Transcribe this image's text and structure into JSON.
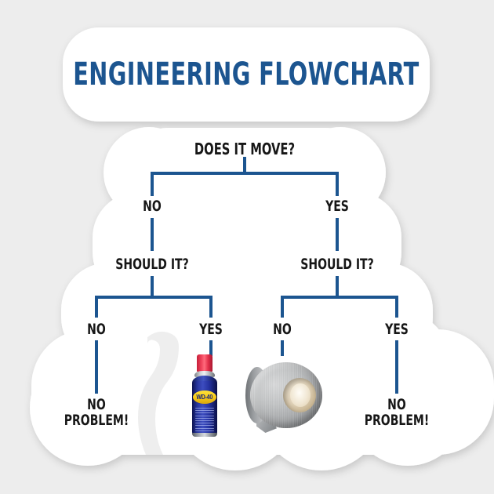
{
  "meta": {
    "background_color": "#ededed",
    "sticker_color": "#ffffff",
    "accent_blue": "#1c5590",
    "text_black": "#171717"
  },
  "header": {
    "title": "ENGINEERING FLOWCHART"
  },
  "flowchart": {
    "root": {
      "label": "DOES IT MOVE?"
    },
    "level1": [
      {
        "label": "NO"
      },
      {
        "label": "YES"
      }
    ],
    "level2": [
      {
        "label": "SHOULD IT?"
      },
      {
        "label": "SHOULD IT?"
      }
    ],
    "level3": [
      {
        "label": "NO"
      },
      {
        "label": "YES"
      },
      {
        "label": "NO"
      },
      {
        "label": "YES"
      }
    ],
    "outcomes": [
      {
        "line1": "NO",
        "line2": "PROBLEM!"
      },
      {
        "line1": "NO",
        "line2": "PROBLEM!"
      }
    ]
  },
  "products": {
    "lubricant": {
      "name": "wd40-can",
      "label": "WD-40",
      "cap_color": "#e2304a",
      "body_color": "#26349c",
      "label_color": "#f4c617"
    },
    "tape": {
      "name": "duct-tape-roll",
      "roll_color": "#a7a9ab",
      "core_color": "#e0d2b9"
    }
  }
}
